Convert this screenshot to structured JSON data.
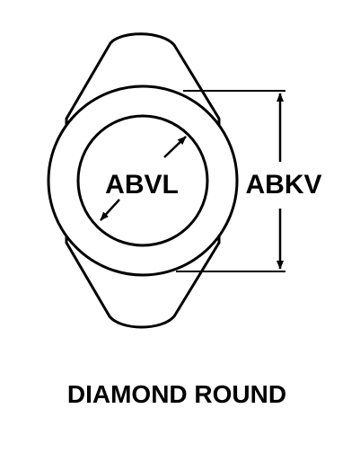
{
  "diagram": {
    "inner_dimension_label": "ABVL",
    "outer_dimension_label": "ABKV",
    "caption": "DIAMOND ROUND"
  },
  "colors": {
    "stroke": "#000000",
    "background": "#ffffff"
  }
}
